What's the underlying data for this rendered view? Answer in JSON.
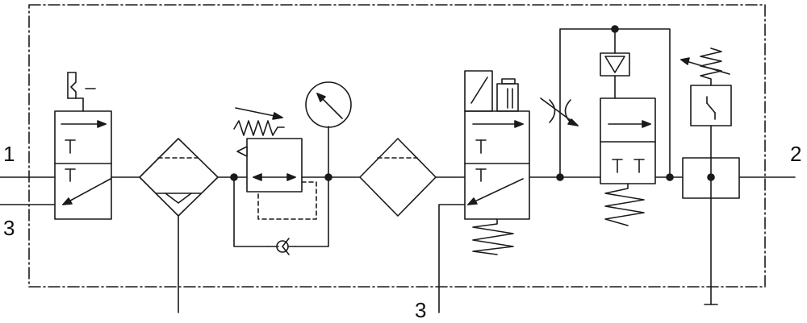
{
  "ports": {
    "inlet": "1",
    "exhaust_left": "3",
    "exhaust_bottom": "3",
    "outlet": "2"
  },
  "colors": {
    "line": "#1a1a1a",
    "background": "#ffffff"
  },
  "components": [
    "manual-shutoff-valve",
    "filter-with-drain",
    "pressure-regulator-with-gauge",
    "filter",
    "solenoid-valve",
    "adjustable-throttle",
    "soft-start-valve",
    "pressure-switch"
  ]
}
